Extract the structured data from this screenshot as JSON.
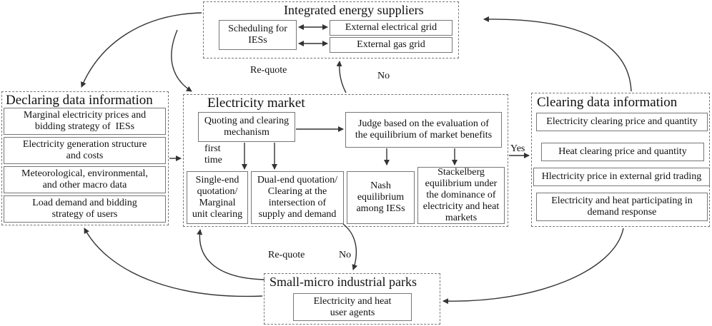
{
  "suppliers": {
    "title": "Integrated energy suppliers",
    "scheduling": "Scheduling for\nIESs",
    "electrical_grid": "External electrical grid",
    "gas_grid": "External gas grid"
  },
  "declaring": {
    "title": "Declaring data information",
    "items": [
      "Marginal electricity prices and\nbidding strategy of  IESs",
      "Electricity generation structure\nand costs",
      "Meteorological, environmental,\nand other macro data",
      "Load demand and bidding\nstrategy of users"
    ]
  },
  "market": {
    "title": "Electricity market",
    "quoting": "Quoting and clearing\nmechanism",
    "judge": "Judge based on the evaluation of\nthe equilibrium of market benefits",
    "single_end": "Single-end\nquotation/\nMarginal\nunit clearing",
    "dual_end": "Dual-end quotation/\nClearing at the\nintersection of\nsupply and demand",
    "nash": "Nash\nequilibrium\namong IESs",
    "stackelberg": "Stackelberg\nequilibrium under\nthe dominance of\nelectricity and heat\nmarkets",
    "first_time": "first\ntime"
  },
  "clearing": {
    "title": "Clearing data information",
    "items": [
      "Electricity clearing price and quantity",
      "Heat clearing price and quantity",
      "Hlectricity price in external grid trading",
      "Electricity and heat participating in\ndemand response"
    ]
  },
  "parks": {
    "title": "Small-micro industrial parks",
    "agents": "Electricity and heat\nuser agents"
  },
  "labels": {
    "requote_top": "Re-quote",
    "no_top": "No",
    "yes": "Yes",
    "requote_bottom": "Re-quote",
    "no_bottom": "No"
  }
}
